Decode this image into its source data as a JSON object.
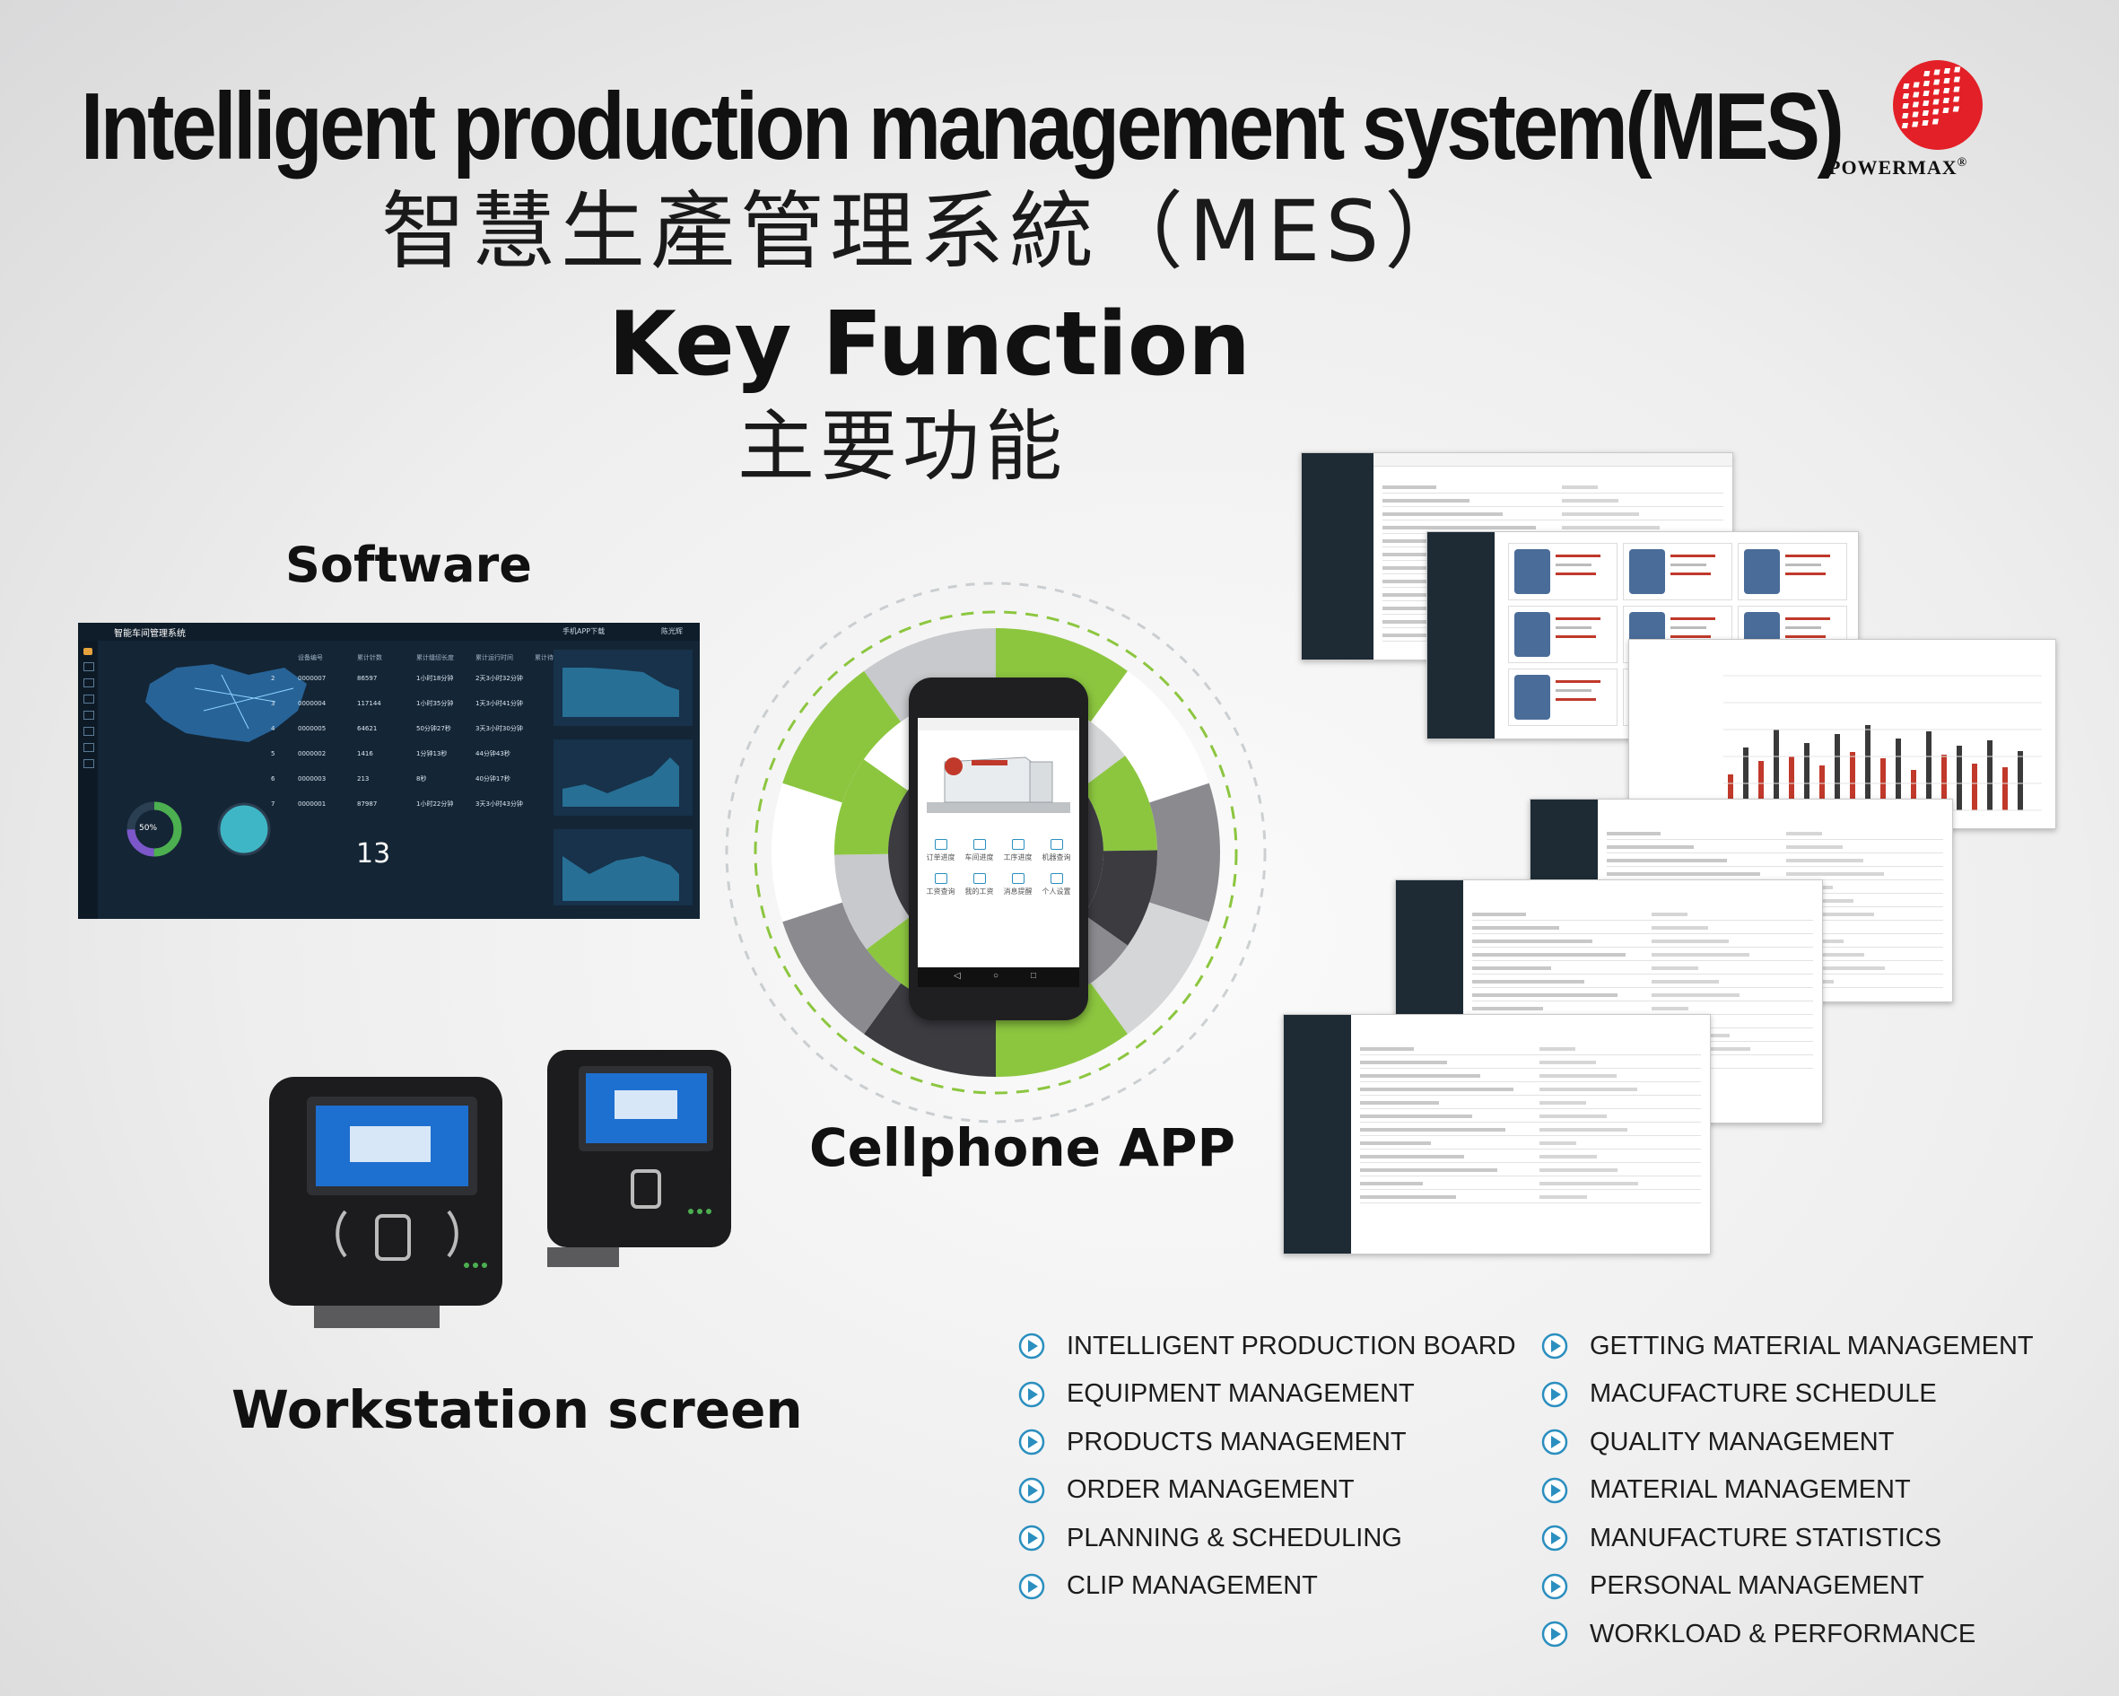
{
  "header": {
    "title_en": "Intelligent production management system(MES)",
    "title_cn": "智慧生產管理系統（MES）",
    "subtitle_en": "Key Function",
    "subtitle_cn": "主要功能"
  },
  "brand": {
    "name": "POWERMAX",
    "registered": "®",
    "color": "#e32027"
  },
  "sections": {
    "software": "Software",
    "cellphone": "Cellphone APP",
    "workstation": "Workstation  screen"
  },
  "dashboard": {
    "title": "智能车间管理系统",
    "download": "手机APP下载",
    "user": "陈光辉",
    "donut_label": "50%",
    "counter": "13",
    "table_header": [
      "设备编号",
      "累计针数",
      "累计缝纫长度",
      "累计运行时间",
      "累计待机时间"
    ],
    "rows": [
      [
        "2",
        "0000007",
        "86597",
        "1小时18分钟",
        "2天3小时32分钟"
      ],
      [
        "3",
        "0000004",
        "117144",
        "1小时35分钟",
        "1天3小时41分钟"
      ],
      [
        "4",
        "0000005",
        "64621",
        "50分钟27秒",
        "3天3小时30分钟"
      ],
      [
        "5",
        "0000002",
        "1416",
        "1分钟13秒",
        "44分钟43秒"
      ],
      [
        "6",
        "0000003",
        "213",
        "8秒",
        "40分钟17秒"
      ],
      [
        "7",
        "0000001",
        "87987",
        "1小时22分钟",
        "3天3小时43分钟"
      ]
    ]
  },
  "phone": {
    "menu": [
      "订单进度",
      "车间进度",
      "工序进度",
      "机器查询",
      "工资查询",
      "我的工资",
      "消息提醒",
      "个人设置"
    ]
  },
  "features": {
    "left": [
      "INTELLIGENT PRODUCTION BOARD",
      "EQUIPMENT MANAGEMENT",
      "PRODUCTS MANAGEMENT",
      "ORDER MANAGEMENT",
      "PLANNING & SCHEDULING",
      "CLIP MANAGEMENT"
    ],
    "right": [
      "GETTING MATERIAL MANAGEMENT",
      "MACUFACTURE SCHEDULE",
      "QUALITY MANAGEMENT",
      "MATERIAL MANAGEMENT",
      "MANUFACTURE STATISTICS",
      "PERSONAL MANAGEMENT",
      "WORKLOAD & PERFORMANCE"
    ]
  },
  "colors": {
    "green": "#8cc63f",
    "gray": "#8a8a8f",
    "dark": "#3b3b40",
    "accent_blue": "#2b8fbf",
    "dashboard_bg": "#142535"
  }
}
